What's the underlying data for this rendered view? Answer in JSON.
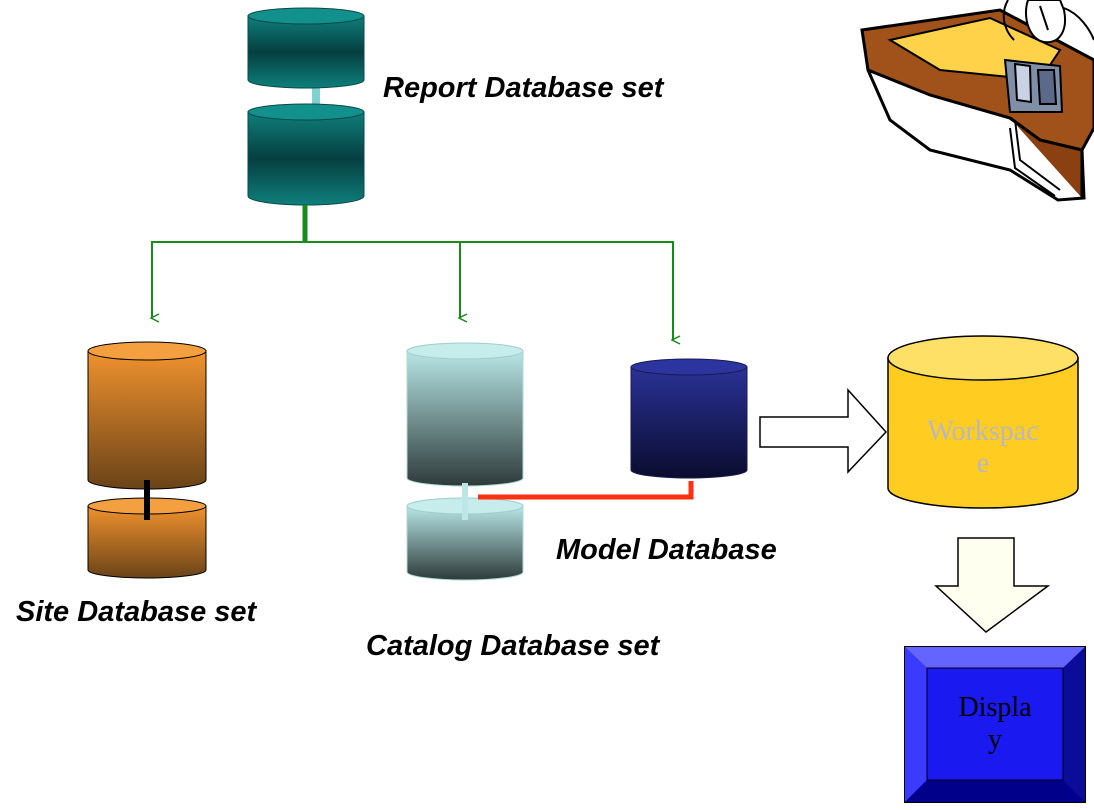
{
  "labels": {
    "report": "Report Database set",
    "site": "Site Database set",
    "catalog": "Catalog Database set",
    "model": "Model Database",
    "workspace": [
      "Workspac",
      "e"
    ],
    "display": [
      "Displa",
      "y"
    ]
  },
  "colors": {
    "report_db": "#0e7470",
    "site_db": "#e58a2c",
    "catalog_db": "#a8d8d8",
    "model_db": "#232a88",
    "workspace_db": "#ffd020",
    "display": "#1a1aee",
    "green_connector": "#1a8a1a",
    "red_connector": "#ff3010"
  },
  "icons": [
    "office-desk-clipart-icon",
    "arrow-right-icon",
    "arrow-down-icon"
  ]
}
